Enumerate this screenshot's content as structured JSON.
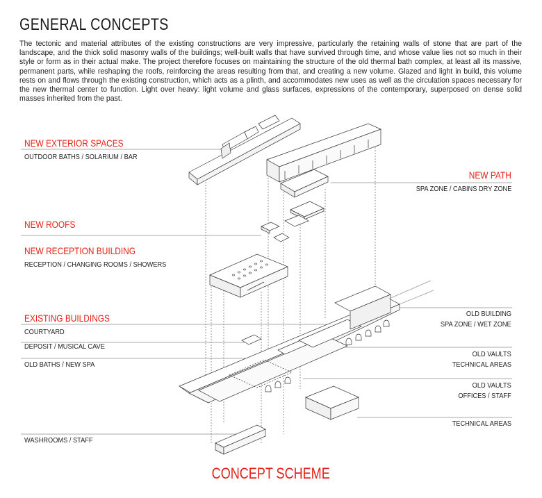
{
  "title": "GENERAL CONCEPTS",
  "intro": "The tectonic and material attributes of the existing constructions are very impressive, particularly the retaining walls of stone that are part of the landscape, and the thick solid masonry walls of the buildings; well-built walls that have survived through time, and whose value lies not so much in their style or form as in their actual make. The project therefore focuses on maintaining the structure of the old thermal bath complex, at least all its massive, permanent parts, while reshaping the roofs, reinforcing the areas resulting from that, and creating a new volume. Glazed and light in build, this volume rests on and flows through the existing construction, which acts as a plinth, and accommodates new uses as well as the circulation spaces necessary for the new thermal center to function. Light over heavy: light volume and glass surfaces, expressions of the contemporary, superposed on dense solid masses inherited from the past.",
  "accent_color": "#e2231a",
  "left_labels": {
    "new_exterior_spaces": "NEW EXTERIOR SPACES",
    "outdoor": "OUTDOOR BATHS / SOLARIUM / BAR",
    "new_roofs": "NEW ROOFS",
    "new_reception": "NEW RECEPTION BUILDING",
    "reception_sub": "RECEPTION / CHANGING ROOMS / SHOWERS",
    "existing_buildings": "EXISTING BUILDINGS",
    "courtyard": "COURTYARD",
    "deposit": "DEPOSIT / MUSICAL CAVE",
    "old_baths": "OLD BATHS / NEW SPA",
    "washrooms": "WASHROOMS / STAFF"
  },
  "right_labels": {
    "new_path": "NEW PATH",
    "spa_dry": "SPA ZONE / CABINS DRY ZONE",
    "old_building": "OLD BUILDING",
    "spa_wet": "SPA ZONE  / WET ZONE",
    "old_vaults_1": "OLD VAULTS",
    "technical_1": "TECHNICAL AREAS",
    "old_vaults_2": "OLD VAULTS",
    "offices": "OFFICES / STAFF",
    "technical_2": "TECHNICAL AREAS"
  },
  "footer": "CONCEPT SCHEME"
}
